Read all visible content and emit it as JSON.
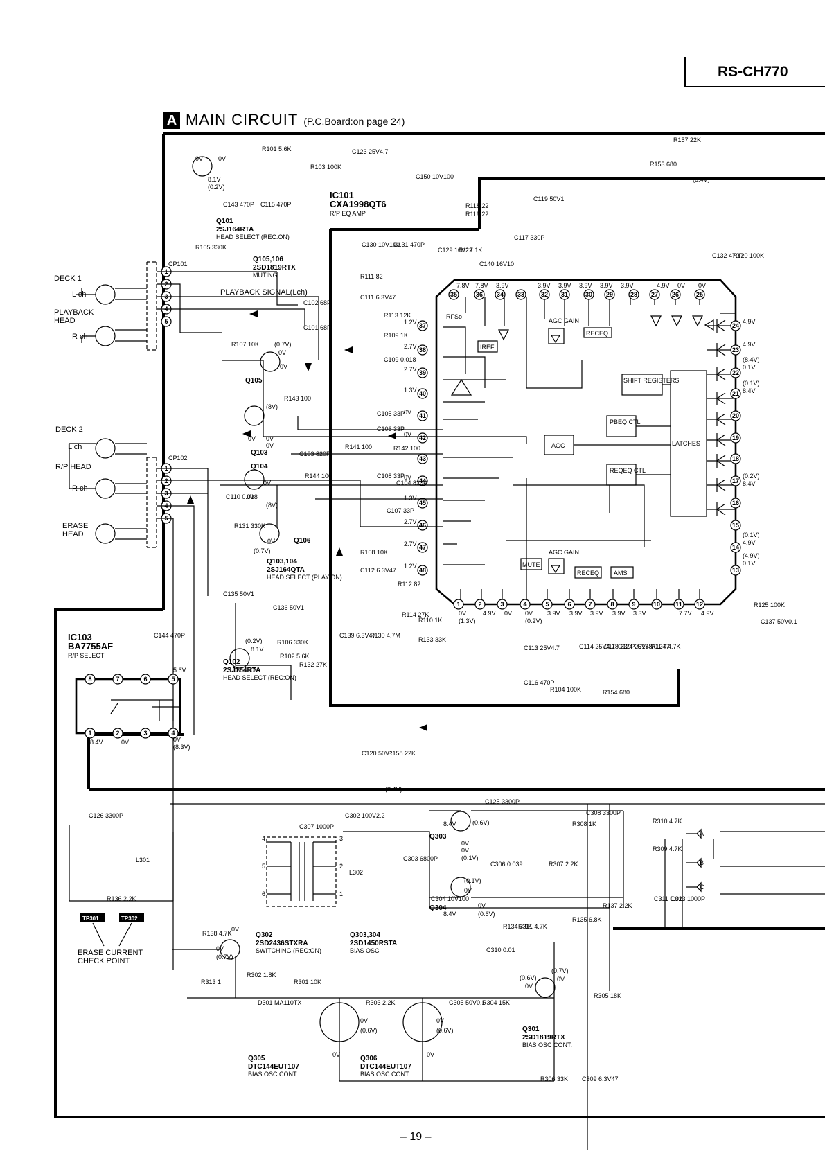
{
  "header": {
    "model": "RS-CH770"
  },
  "section": {
    "letter": "A",
    "title": "MAIN  CIRCUIT",
    "note": "(P.C.Board:on page 24)"
  },
  "page_number": "– 19 –",
  "deck1": {
    "title": "DECK 1",
    "lch": "L ch",
    "head": "PLAYBACK\nHEAD",
    "rch": "R ch",
    "connector": "CP101"
  },
  "deck2": {
    "title": "DECK 2",
    "lch": "L ch",
    "head": "R/P HEAD",
    "rch": "R ch",
    "erase": "ERASE\nHEAD",
    "connector": "CP102"
  },
  "signal_label": "PLAYBACK SIGNAL(Lch)",
  "ic101": {
    "ref": "IC101",
    "part": "CXA1998QT6",
    "func": "R/P EQ AMP"
  },
  "ic103": {
    "ref": "IC103",
    "part": "BA7755AF",
    "func": "R/P SELECT"
  },
  "ic_blocks": {
    "rfso": "RFSo",
    "iref": "IREF",
    "agc_gain": "AGC GAIN",
    "receq": "RECEQ",
    "shift": "SHIFT REGISTERS",
    "pbeq": "PBEQ CTL",
    "agc": "AGC",
    "latches": "LATCHES",
    "reqeq": "REQEQ CTL",
    "mute": "MUTE",
    "ams": "AMS"
  },
  "transistors": [
    {
      "ref": "Q101",
      "part": "2SJ164RTA",
      "func": "HEAD SELECT (REC:ON)"
    },
    {
      "ref": "Q105,106",
      "part": "2SD1819RTX",
      "func": "MUTING"
    },
    {
      "ref": "Q105",
      "part": "",
      "func": ""
    },
    {
      "ref": "Q103",
      "part": "",
      "func": ""
    },
    {
      "ref": "Q104",
      "part": "",
      "func": ""
    },
    {
      "ref": "Q106",
      "part": "",
      "func": ""
    },
    {
      "ref": "Q103,104",
      "part": "2SJ164QTA",
      "func": "HEAD SELECT (PLAY:ON)"
    },
    {
      "ref": "Q102",
      "part": "2SJ164RTA",
      "func": "HEAD SELECT (REC:ON)"
    },
    {
      "ref": "Q302",
      "part": "2SD2436STXRA",
      "func": "SWITCHING (REC:ON)"
    },
    {
      "ref": "Q303,304",
      "part": "2SD1450RSTA",
      "func": "BIAS OSC"
    },
    {
      "ref": "Q303",
      "part": "",
      "func": ""
    },
    {
      "ref": "Q304",
      "part": "",
      "func": ""
    },
    {
      "ref": "Q305",
      "part": "DTC144EUT107",
      "func": "BIAS OSC CONT."
    },
    {
      "ref": "Q306",
      "part": "DTC144EUT107",
      "func": "BIAS OSC CONT."
    },
    {
      "ref": "Q301",
      "part": "2SD1819RTX",
      "func": "BIAS OSC CONT."
    }
  ],
  "components": [
    "R101 5.6K",
    "C123 25V4.7",
    "R157 22K",
    "R153 680",
    "R103 100K",
    "C150 10V100",
    "R118 22",
    "R119 22",
    "C119 50V1",
    "C143 470P",
    "C115 470P",
    "R105 330K",
    "C130 10V100",
    "C131 470P",
    "C117 330P",
    "C129 10V22",
    "R117 1K",
    "C140 16V10",
    "C132 470P",
    "R120 100K",
    "R111 82",
    "C111 6.3V47",
    "C102 68P",
    "C101 68P",
    "R113 12K",
    "R109 1K",
    "C109 0.018",
    "R107 10K",
    "R143 100",
    "C105 33P",
    "C103 820P",
    "C106 33P",
    "R141 100",
    "R142 100",
    "R144 100",
    "C108 33P",
    "C104 820P",
    "C107 33P",
    "C110 0.018",
    "R131 330K",
    "R108 10K",
    "C112 6.3V47",
    "R112 82",
    "R114 27K",
    "R110 1K",
    "R133 33K",
    "C139 6.3V47",
    "R130 4.7M",
    "C113 25V4.7",
    "C114 25V4.7",
    "C118 330P",
    "C124 25V4.7",
    "C138 0.047",
    "R127 4.7K",
    "R125 100K",
    "C137 50V0.1",
    "C135 50V1",
    "C136 50V1",
    "R106 330K",
    "C144 470P",
    "R102 5.6K",
    "R132 27K",
    "C116 470P",
    "R104 100K",
    "R154 680",
    "C120 50V1",
    "R158 22K",
    "C125 3300P",
    "C126 3300P",
    "C307 1000P",
    "C302 100V2.2",
    "L301",
    "L302",
    "C303 6800P",
    "C304 10V100",
    "C306 0.039",
    "R307 2.2K",
    "R308 1K",
    "C308 3300P",
    "R310 4.7K",
    "R309 4.7K",
    "R135 6.8K",
    "R134 3.9K",
    "R311 4.7K",
    "C310 0.01",
    "C311 0.01",
    "C323 1000P",
    "R137 2.2K",
    "R136 2.2K",
    "R138 4.7K",
    "R313 1",
    "R302 1.8K",
    "R301 10K",
    "D301 MA110TX",
    "R303 2.2K",
    "C305 50V0.1",
    "R304 15K",
    "R305 18K",
    "R306 33K",
    "C309 6.3V47"
  ],
  "voltages": {
    "q101": [
      "0V",
      "0V",
      "8.1V",
      "(0.2V)"
    ],
    "pins_top": [
      "7.8V",
      "7.8V",
      "3.9V",
      "3.9V",
      "3.9V",
      "3.9V",
      "3.9V",
      "3.9V",
      "4.9V",
      "0V",
      "0V"
    ],
    "pins_right": [
      "4.9V",
      "4.9V",
      "(8.4V)",
      "0.1V",
      "(0.1V)",
      "8.4V",
      "(0.2V)",
      "8.4V",
      "(0.1V)",
      "4.9V",
      "(4.9V)",
      "0.1V"
    ],
    "pins_left": [
      "1.2V",
      "2.7V",
      "2.7V",
      "1.3V",
      "0V",
      "0V",
      "0V",
      "1.3V",
      "2.7V",
      "2.7V",
      "1.2V"
    ],
    "pins_bottom": [
      "0V",
      "(1.3V)",
      "4.9V",
      "0V",
      "0V",
      "(0.2V)",
      "3.9V",
      "3.9V",
      "3.9V",
      "3.9V",
      "3.3V",
      "7.7V",
      "4.9V"
    ],
    "supply": "(8.4V)",
    "ic103": [
      "5.6V",
      "8.4V",
      "0V",
      "0V",
      "(8.3V)"
    ],
    "q105": [
      "(0.7V)",
      "0V",
      "0V"
    ],
    "q103": [
      "(8V)",
      "0V",
      "0V",
      "0V"
    ],
    "q104": [
      "0V",
      "(8V)",
      "0V"
    ],
    "q106": [
      "0V",
      "(0.7V)"
    ],
    "q102": [
      "(0.2V)",
      "8.1V",
      "0V",
      "0V"
    ],
    "q303": [
      "8.4V",
      "(0.6V)",
      "0V",
      "0V",
      "(0.1V)"
    ],
    "q304": [
      "(0.1V)",
      "0V",
      "8.4V",
      "0V",
      "(0.6V)"
    ],
    "q302": [
      "0V",
      "0V",
      "(0.7V)"
    ],
    "q301": [
      "(0.6V)",
      "0V",
      "(0.7V)",
      "0V"
    ],
    "q305": [
      "0V",
      "(0.6V)",
      "0V"
    ],
    "q306": [
      "0V",
      "(0.6V)",
      "0V"
    ]
  },
  "test_points": {
    "tp301": "TP301",
    "tp302": "TP302",
    "label": "ERASE CURRENT\nCHECK POINT"
  },
  "ic_pins": {
    "top": [
      "35",
      "36",
      "34",
      "33",
      "32",
      "31",
      "30",
      "29",
      "28",
      "27",
      "26",
      "25"
    ],
    "left": [
      "37",
      "38",
      "39",
      "40",
      "41",
      "42",
      "43",
      "44",
      "45",
      "46",
      "47",
      "48"
    ],
    "right": [
      "24",
      "23",
      "22",
      "21",
      "20",
      "19",
      "18",
      "17",
      "16",
      "15",
      "14",
      "13"
    ],
    "bottom": [
      "1",
      "2",
      "3",
      "4",
      "5",
      "6",
      "7",
      "8",
      "9",
      "10",
      "11",
      "12"
    ]
  },
  "ic103_pins": {
    "top": [
      "8",
      "7",
      "6",
      "5"
    ],
    "bottom": [
      "1",
      "2",
      "3",
      "4"
    ]
  },
  "connector_pins": [
    "1",
    "2",
    "3",
    "4",
    "5"
  ],
  "offpage": [
    "A",
    "B",
    "C"
  ],
  "transformer_pins": [
    "4",
    "5",
    "6",
    "3",
    "2",
    "1"
  ]
}
